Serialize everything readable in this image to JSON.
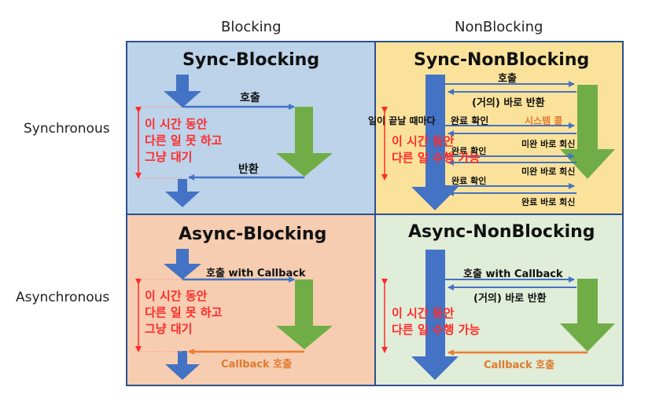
{
  "columns": {
    "blocking": "Blocking",
    "nonblocking": "NonBlocking"
  },
  "rows": {
    "synchronous": "Synchronous",
    "asynchronous": "Asynchronous"
  },
  "colors": {
    "sync_blocking_bg": "#bcd3ea",
    "sync_nonblocking_bg": "#fbe29b",
    "async_blocking_bg": "#f6cdb0",
    "async_nonblocking_bg": "#e0edd8",
    "grid_border": "#2f4f8f",
    "blue_arrow": "#4472c4",
    "green_arrow": "#70ad47",
    "orange_arrow": "#ed7d31",
    "red_text": "#ff2a2a"
  },
  "quadrants": {
    "sync_blocking": {
      "title": "Sync-Blocking",
      "call": "호출",
      "return": "반환",
      "wait_text": [
        "이 시간 동안",
        "다른 일 못 하고",
        "그냥 대기"
      ]
    },
    "sync_nonblocking": {
      "title": "Sync-NonBlocking",
      "call": "호출",
      "immediate_return": "(거의) 바로 반환",
      "poll_note": "일이 끝날 때마다",
      "system_call": "시스템 콜",
      "check_1": "완료 확인",
      "reply_1": "미완 바로 회신",
      "check_2": "완료 확인",
      "reply_2": "미완 바로 회신",
      "check_3": "완료 확인",
      "reply_3": "완료 바로 회신",
      "free_text": [
        "이 시간 동안",
        "다른 일 수행 가능"
      ]
    },
    "async_blocking": {
      "title": "Async-Blocking",
      "call": "호출 with Callback",
      "callback": "Callback 호출",
      "wait_text": [
        "이 시간 동안",
        "다른 일 못 하고",
        "그냥 대기"
      ]
    },
    "async_nonblocking": {
      "title": "Async-NonBlocking",
      "call": "호출 with Callback",
      "immediate_return": "(거의) 바로 반환",
      "callback": "Callback 호출",
      "free_text": [
        "이 시간 동안",
        "다른 일 수행 가능"
      ]
    }
  }
}
